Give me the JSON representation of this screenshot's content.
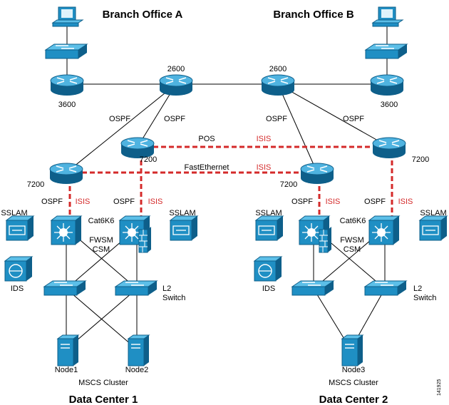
{
  "titles": {
    "branch_a": "Branch Office A",
    "branch_b": "Branch Office B",
    "dc1": "Data Center 1",
    "dc2": "Data Center 2"
  },
  "router_labels": {
    "r_3600_a": "3600",
    "r_2600_a": "2600",
    "r_2600_b": "2600",
    "r_3600_b": "3600",
    "r_7200_dc1_top": "7200",
    "r_7200_dc1_left": "7200",
    "r_7200_dc2_left": "7200",
    "r_7200_dc2_top": "7200"
  },
  "links": {
    "ospf": "OSPF",
    "isis": "ISIS",
    "pos": "POS",
    "fastethernet": "FastEthernet"
  },
  "devices": {
    "sslam": "SSLAM",
    "cat6k6": "Cat6K6",
    "fwsm": "FWSM",
    "csm": "CSM",
    "ids": "IDS",
    "l2": "L2",
    "switch": "Switch"
  },
  "nodes": {
    "node1": "Node1",
    "node2": "Node2",
    "node3": "Node3",
    "cluster": "MSCS Cluster"
  },
  "figure_id": "141925",
  "colors": {
    "device": "#1f8fc4",
    "device_light": "#5cbfe8",
    "device_dark": "#0e5f8a",
    "dashed_link": "#d42a2a",
    "line": "#000000"
  }
}
